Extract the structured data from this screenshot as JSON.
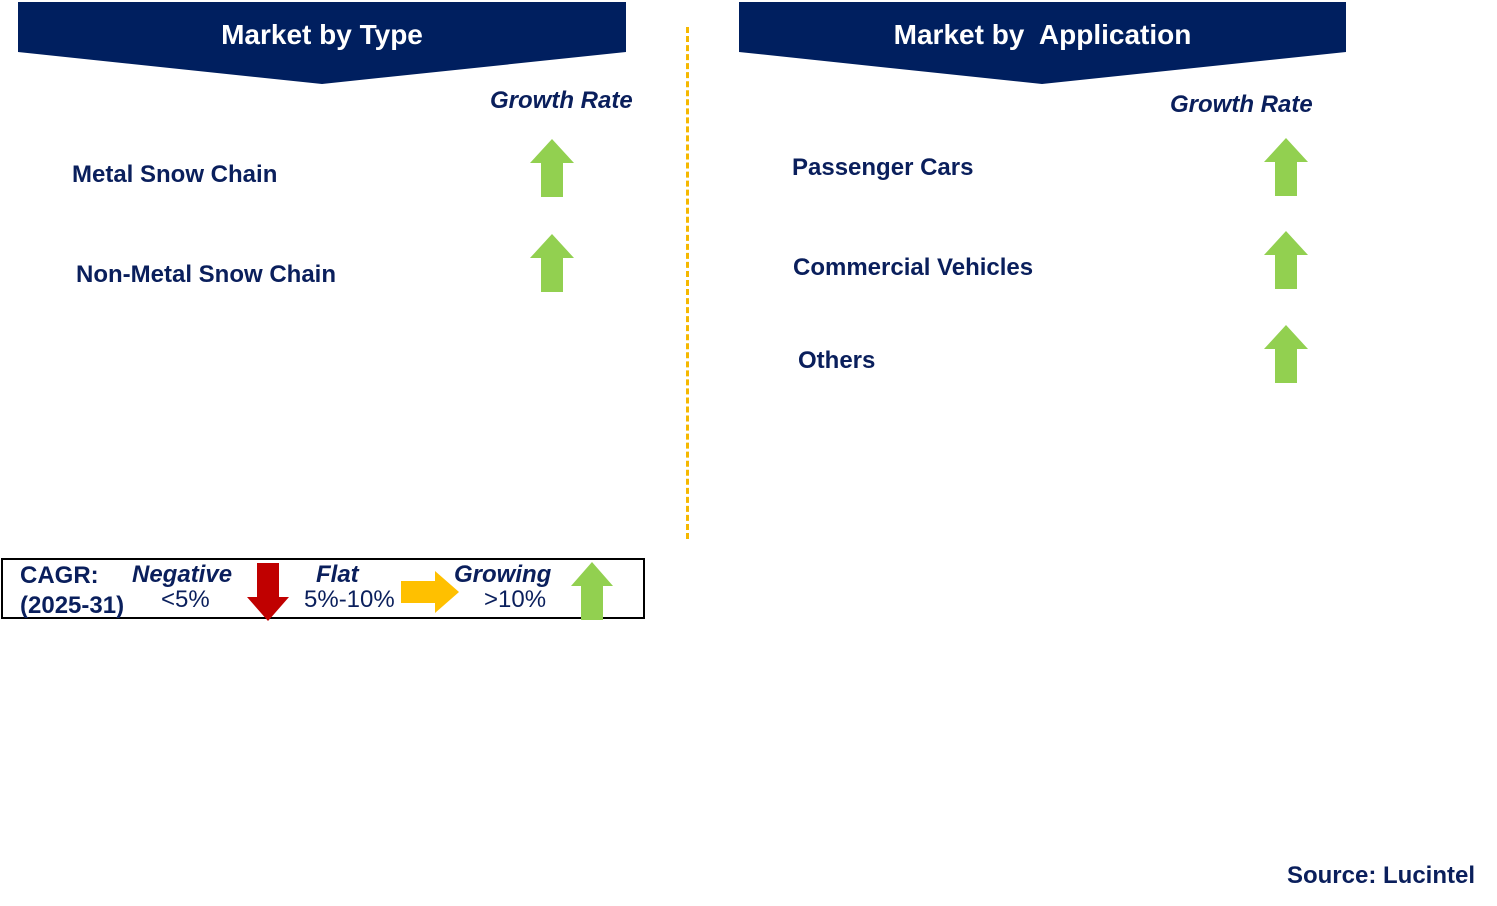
{
  "left_panel": {
    "title": "Market by Type",
    "growth_rate_label": "Growth Rate",
    "items": [
      {
        "label": "Metal Snow Chain",
        "trend": "growing"
      },
      {
        "label": "Non-Metal Snow Chain",
        "trend": "growing"
      }
    ]
  },
  "right_panel": {
    "title": "Market by  Application",
    "growth_rate_label": "Growth Rate",
    "items": [
      {
        "label": "Passenger Cars",
        "trend": "growing"
      },
      {
        "label": "Commercial Vehicles",
        "trend": "growing"
      },
      {
        "label": "Others",
        "trend": "growing"
      }
    ]
  },
  "legend": {
    "cagr_label": "CAGR:",
    "period": "(2025-31)",
    "negative_label": "Negative",
    "negative_range": "<5%",
    "flat_label": "Flat",
    "flat_range": "5%-10%",
    "growing_label": "Growing",
    "growing_range": ">10%"
  },
  "source": "Source: Lucintel",
  "colors": {
    "banner": "#001f5f",
    "text": "#0a1f5c",
    "growing_arrow": "#92d050",
    "flat_arrow": "#ffc000",
    "negative_arrow": "#c00000",
    "divider": "#f5b800"
  }
}
